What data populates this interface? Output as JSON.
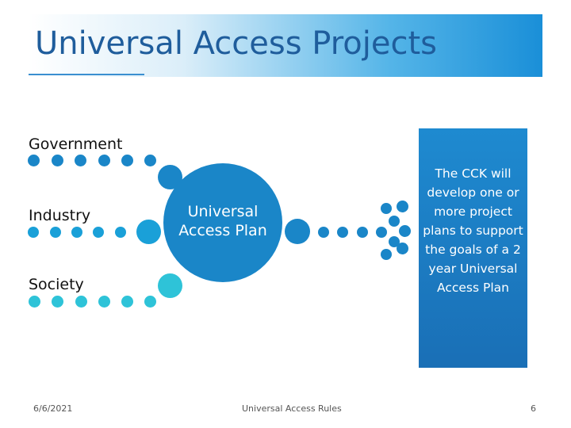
{
  "title": "Universal Access Projects",
  "groups": {
    "government": "Government",
    "industry": "Industry",
    "society": "Society"
  },
  "center_label": "Universal Access Plan",
  "panel_text": "The CCK will develop one or more project plans to support the goals of a 2 year Universal Access Plan",
  "footer": {
    "date": "6/6/2021",
    "center": "Universal Access Rules",
    "page": "6"
  },
  "colors": {
    "title_text": "#1f5d9c",
    "primary_blue": "#1a86c8",
    "industry_blue": "#1aa0d8",
    "society_teal": "#2ec3d8",
    "panel_blue": "#1a6fb6"
  }
}
